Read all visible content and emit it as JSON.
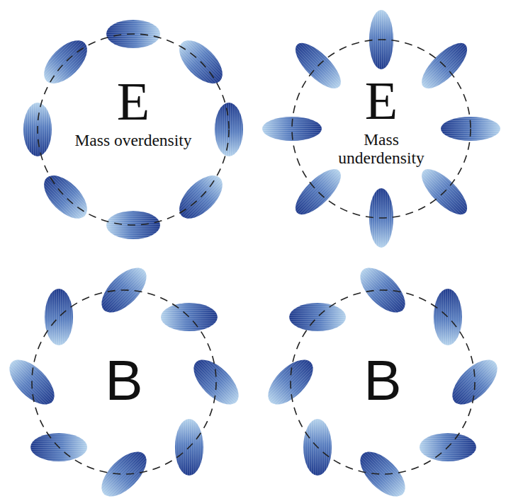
{
  "diagram": {
    "nodes": [
      {
        "text": [
          "E",
          "Mass overdensity"
        ]
      },
      {
        "text": [
          "E",
          "Mass underdensity"
        ]
      },
      {
        "text": [
          "B"
        ]
      },
      {
        "text": [
          "B"
        ]
      }
    ]
  }
}
